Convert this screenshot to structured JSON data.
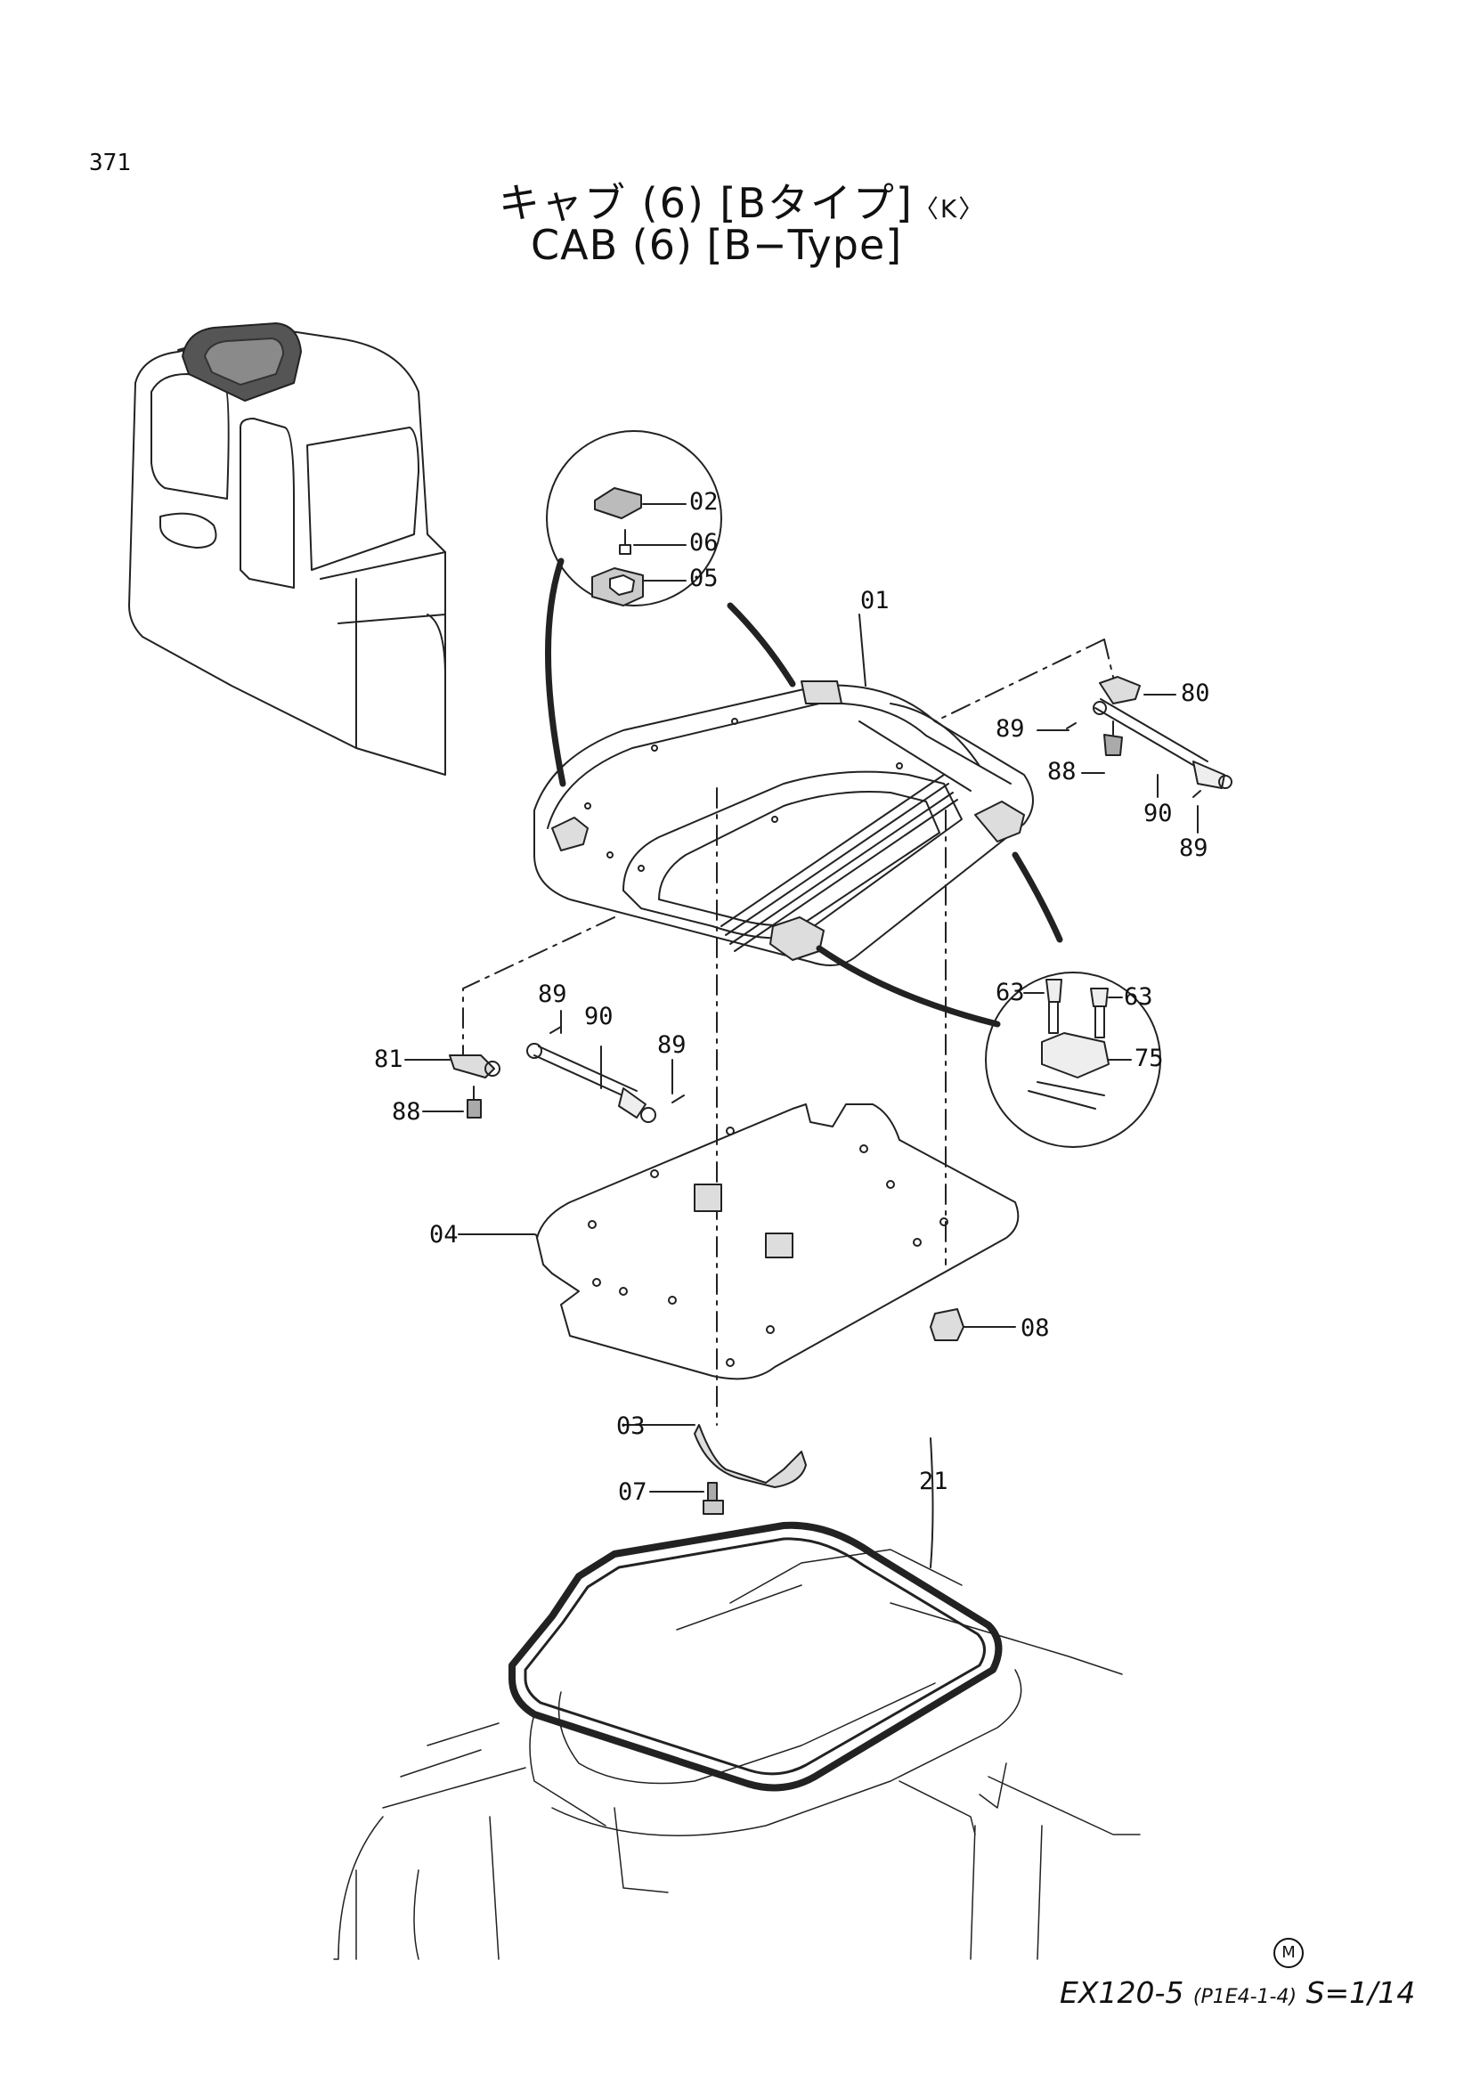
{
  "page": {
    "number": "371"
  },
  "title": {
    "jp_main": "キャブ (6) [Bタイプ]",
    "jp_suffix": "〈K〉",
    "en": "CAB (6) [B−Type]"
  },
  "parts": {
    "p01": "01",
    "p02": "02",
    "p03": "03",
    "p04": "04",
    "p05": "05",
    "p06": "06",
    "p07": "07",
    "p08": "08",
    "p21": "21",
    "p63a": "63",
    "p63b": "63",
    "p75": "75",
    "p80": "80",
    "p81": "81",
    "p88a": "88",
    "p88b": "88",
    "p89a": "89",
    "p89b": "89",
    "p89c": "89",
    "p89d": "89",
    "p90a": "90",
    "p90b": "90"
  },
  "footer": {
    "mark": "M",
    "model": "EX120-5",
    "ref": "(P1E4-1-4)",
    "sheet": "S=1/14"
  }
}
